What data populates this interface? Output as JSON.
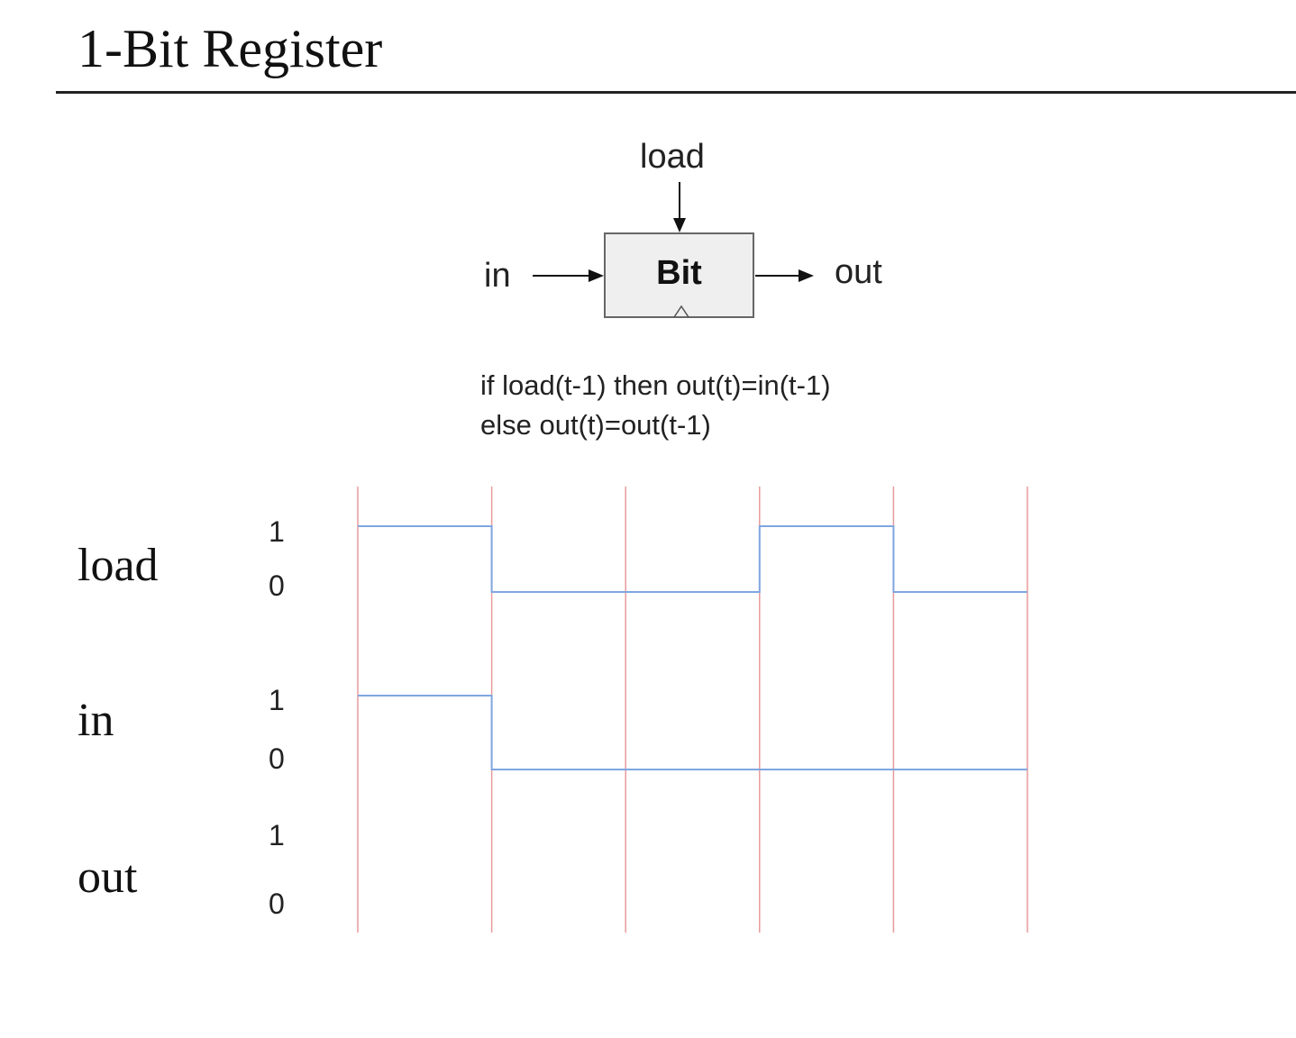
{
  "title": "1-Bit Register",
  "diagram": {
    "load_label": "load",
    "in_label": "in",
    "out_label": "out",
    "gate_label": "Bit",
    "formula_line1": "if load(t-1) then out(t)=in(t-1)",
    "formula_line2": "else out(t)=out(t-1)"
  },
  "timing": {
    "rows": [
      {
        "label": "load",
        "high": "1",
        "low": "0",
        "values": [
          1,
          0,
          0,
          1,
          0
        ]
      },
      {
        "label": "in",
        "high": "1",
        "low": "0",
        "values": [
          1,
          0,
          0,
          0,
          0
        ]
      },
      {
        "label": "out",
        "high": "1",
        "low": "0",
        "values": []
      }
    ],
    "cycles": 5,
    "wave_color": "#7fa6e0",
    "clock_line_color": "#e89a9a"
  }
}
